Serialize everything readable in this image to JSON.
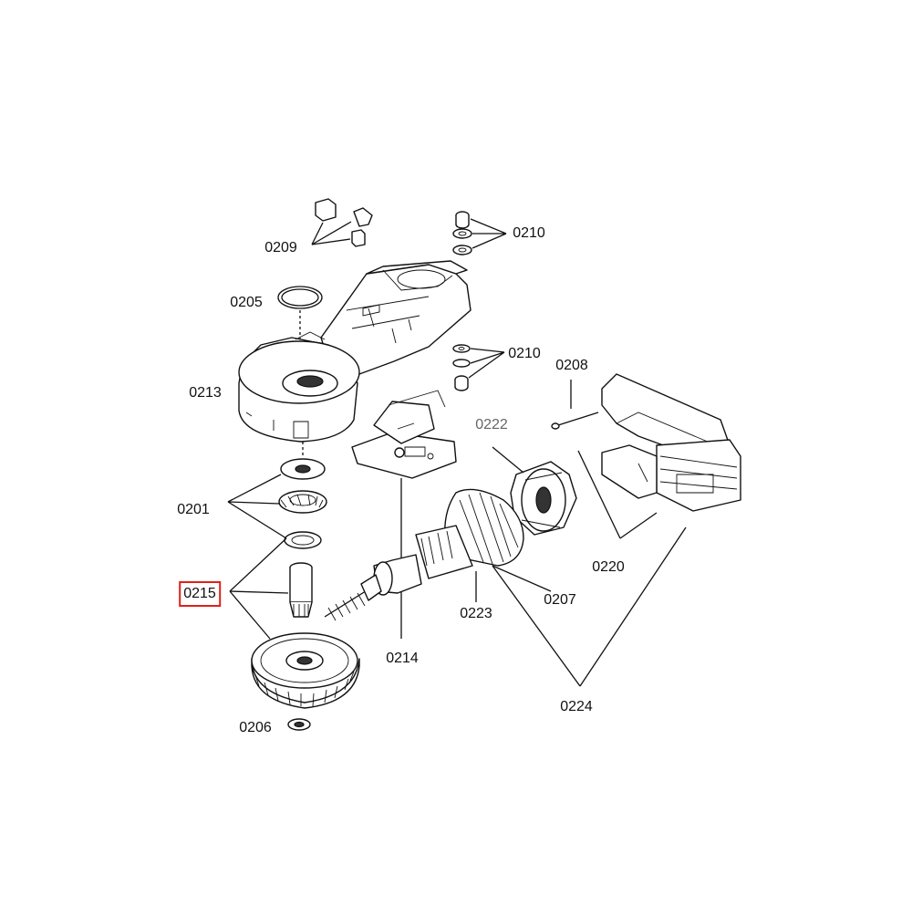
{
  "diagram": {
    "labels": {
      "p0209": "0209",
      "p0210_top": "0210",
      "p0205": "0205",
      "p0210_mid": "0210",
      "p0208": "0208",
      "p0213": "0213",
      "p0222": "0222",
      "p0201": "0201",
      "p0220": "0220",
      "p0215": "0215",
      "p0207": "0207",
      "p0223": "0223",
      "p0214": "0214",
      "p0224": "0224",
      "p0206": "0206"
    },
    "highlighted_part": "0215",
    "highlight_color": "#e0201a"
  }
}
